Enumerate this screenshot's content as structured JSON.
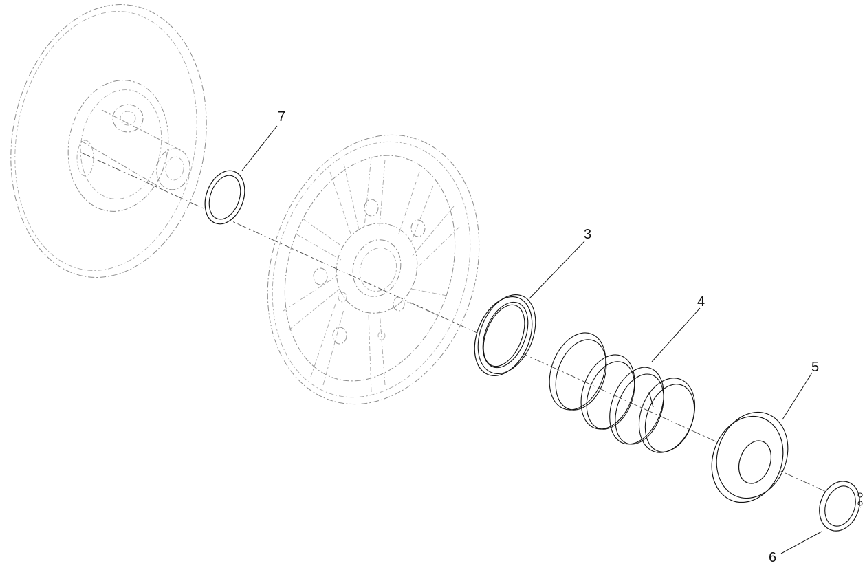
{
  "callouts": [
    {
      "id": "callout-3",
      "label": "3"
    },
    {
      "id": "callout-4",
      "label": "4"
    },
    {
      "id": "callout-5",
      "label": "5"
    },
    {
      "id": "callout-6",
      "label": "6"
    },
    {
      "id": "callout-7",
      "label": "7"
    }
  ],
  "colors": {
    "background": "#ffffff",
    "part_stroke": "#111111",
    "phantom_stroke": "#8c8c8c"
  }
}
